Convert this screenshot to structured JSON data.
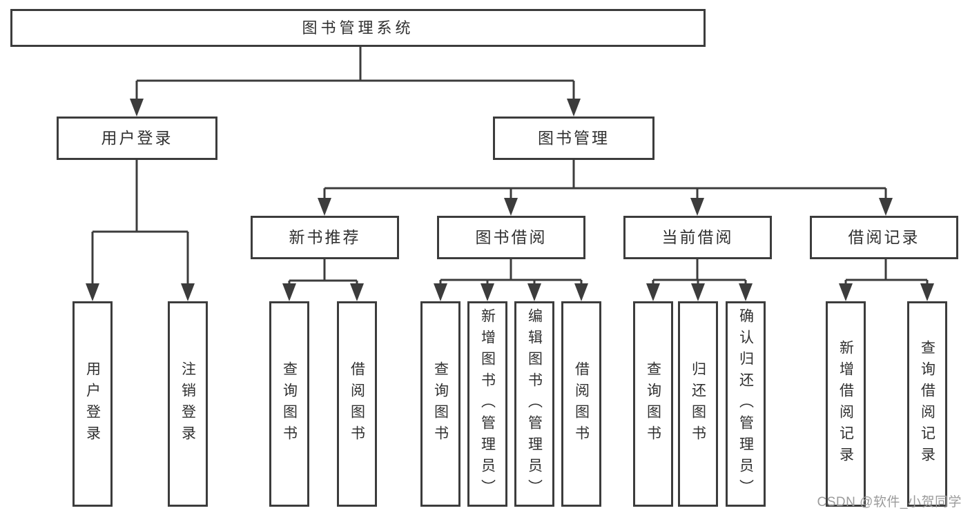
{
  "colors": {
    "line": "#3c3c3c",
    "text": "#303030",
    "wm": "#9b9b9b",
    "bg": "#ffffff"
  },
  "watermark": {
    "text": "CSDN @软件_小贺同学"
  },
  "tree": {
    "root": {
      "label": "图书管理系统"
    },
    "branches": [
      {
        "label": "用户登录",
        "leaves": [
          {
            "label": "用户登录"
          },
          {
            "label": "注销登录"
          }
        ]
      },
      {
        "label": "图书管理",
        "groups": [
          {
            "label": "新书推荐",
            "leaves": [
              {
                "label": "查询图书"
              },
              {
                "label": "借阅图书"
              }
            ]
          },
          {
            "label": "图书借阅",
            "leaves": [
              {
                "label": "查询图书"
              },
              {
                "label": "新增图书（管理员）"
              },
              {
                "label": "编辑图书（管理员）"
              },
              {
                "label": "借阅图书"
              }
            ]
          },
          {
            "label": "当前借阅",
            "leaves": [
              {
                "label": "查询图书"
              },
              {
                "label": "归还图书"
              },
              {
                "label": "确认归还（管理员）"
              }
            ]
          },
          {
            "label": "借阅记录",
            "leaves": [
              {
                "label": "新增借阅记录"
              },
              {
                "label": "查询借阅记录"
              }
            ]
          }
        ]
      }
    ]
  }
}
